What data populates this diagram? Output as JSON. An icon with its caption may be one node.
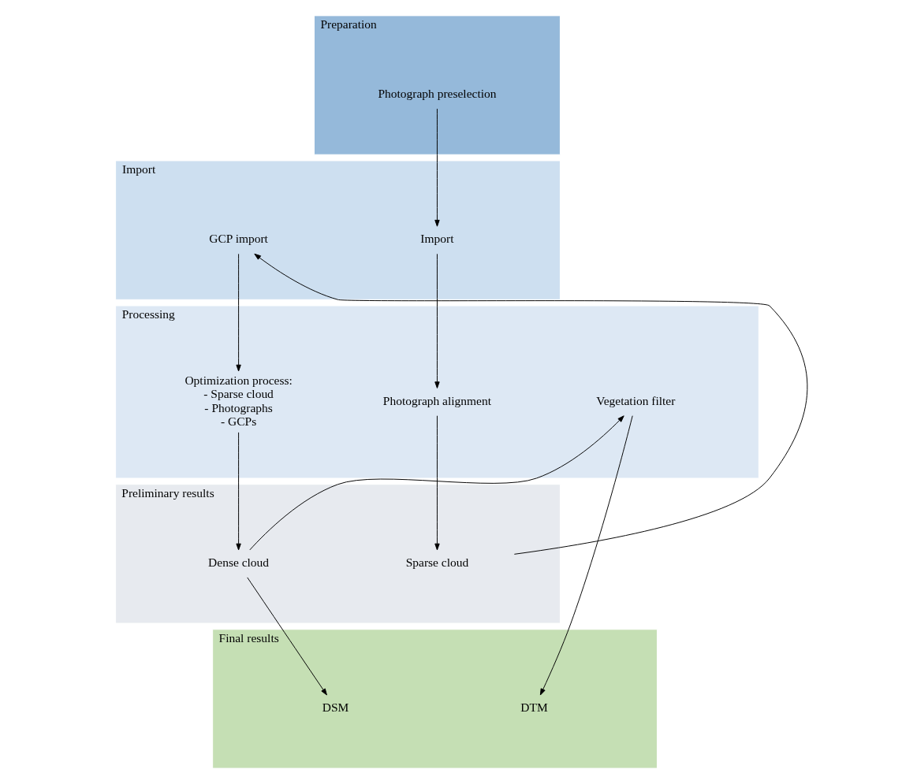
{
  "diagram": {
    "nodes": [
      {
        "text": [
          "Preparation"
        ]
      },
      {
        "text": [
          "Photograph preselection"
        ],
        "in": 0
      },
      {
        "text": [
          "Import"
        ]
      },
      {
        "text": [
          "Import"
        ],
        "in": 2
      },
      {
        "text": [
          "GCP import"
        ],
        "in": 2
      },
      {
        "text": [
          "Processing"
        ]
      },
      {
        "text": [
          "Photograph alignment"
        ],
        "in": 5
      },
      {
        "text": [
          "Optimization process:",
          "- Sparse cloud",
          "- Photographs",
          "- GCPs"
        ],
        "in": 5
      },
      {
        "text": [
          "Vegetation filter"
        ],
        "in": 5
      },
      {
        "text": [
          "Preliminary results"
        ]
      },
      {
        "text": [
          "Sparse cloud"
        ],
        "in": 9
      },
      {
        "text": [
          "Dense cloud"
        ],
        "in": 9
      },
      {
        "text": [
          "Final results"
        ]
      },
      {
        "text": [
          "DSM"
        ],
        "in": 12
      },
      {
        "text": [
          "DTM"
        ],
        "in": 12
      }
    ],
    "edges": [
      {
        "from": 1,
        "to": 3,
        "arrow": "to"
      },
      {
        "from": 3,
        "to": 6,
        "arrow": "to"
      },
      {
        "from": 6,
        "to": 10,
        "arrow": "to"
      },
      {
        "from": 10,
        "to": 4,
        "arrow": "to"
      },
      {
        "from": 4,
        "to": 7,
        "arrow": "to"
      },
      {
        "from": 7,
        "to": 11,
        "arrow": "to"
      },
      {
        "from": 11,
        "to": 8,
        "arrow": "to"
      },
      {
        "from": 8,
        "to": 14,
        "arrow": "to"
      },
      {
        "from": 11,
        "to": 13,
        "arrow": "to"
      }
    ]
  }
}
